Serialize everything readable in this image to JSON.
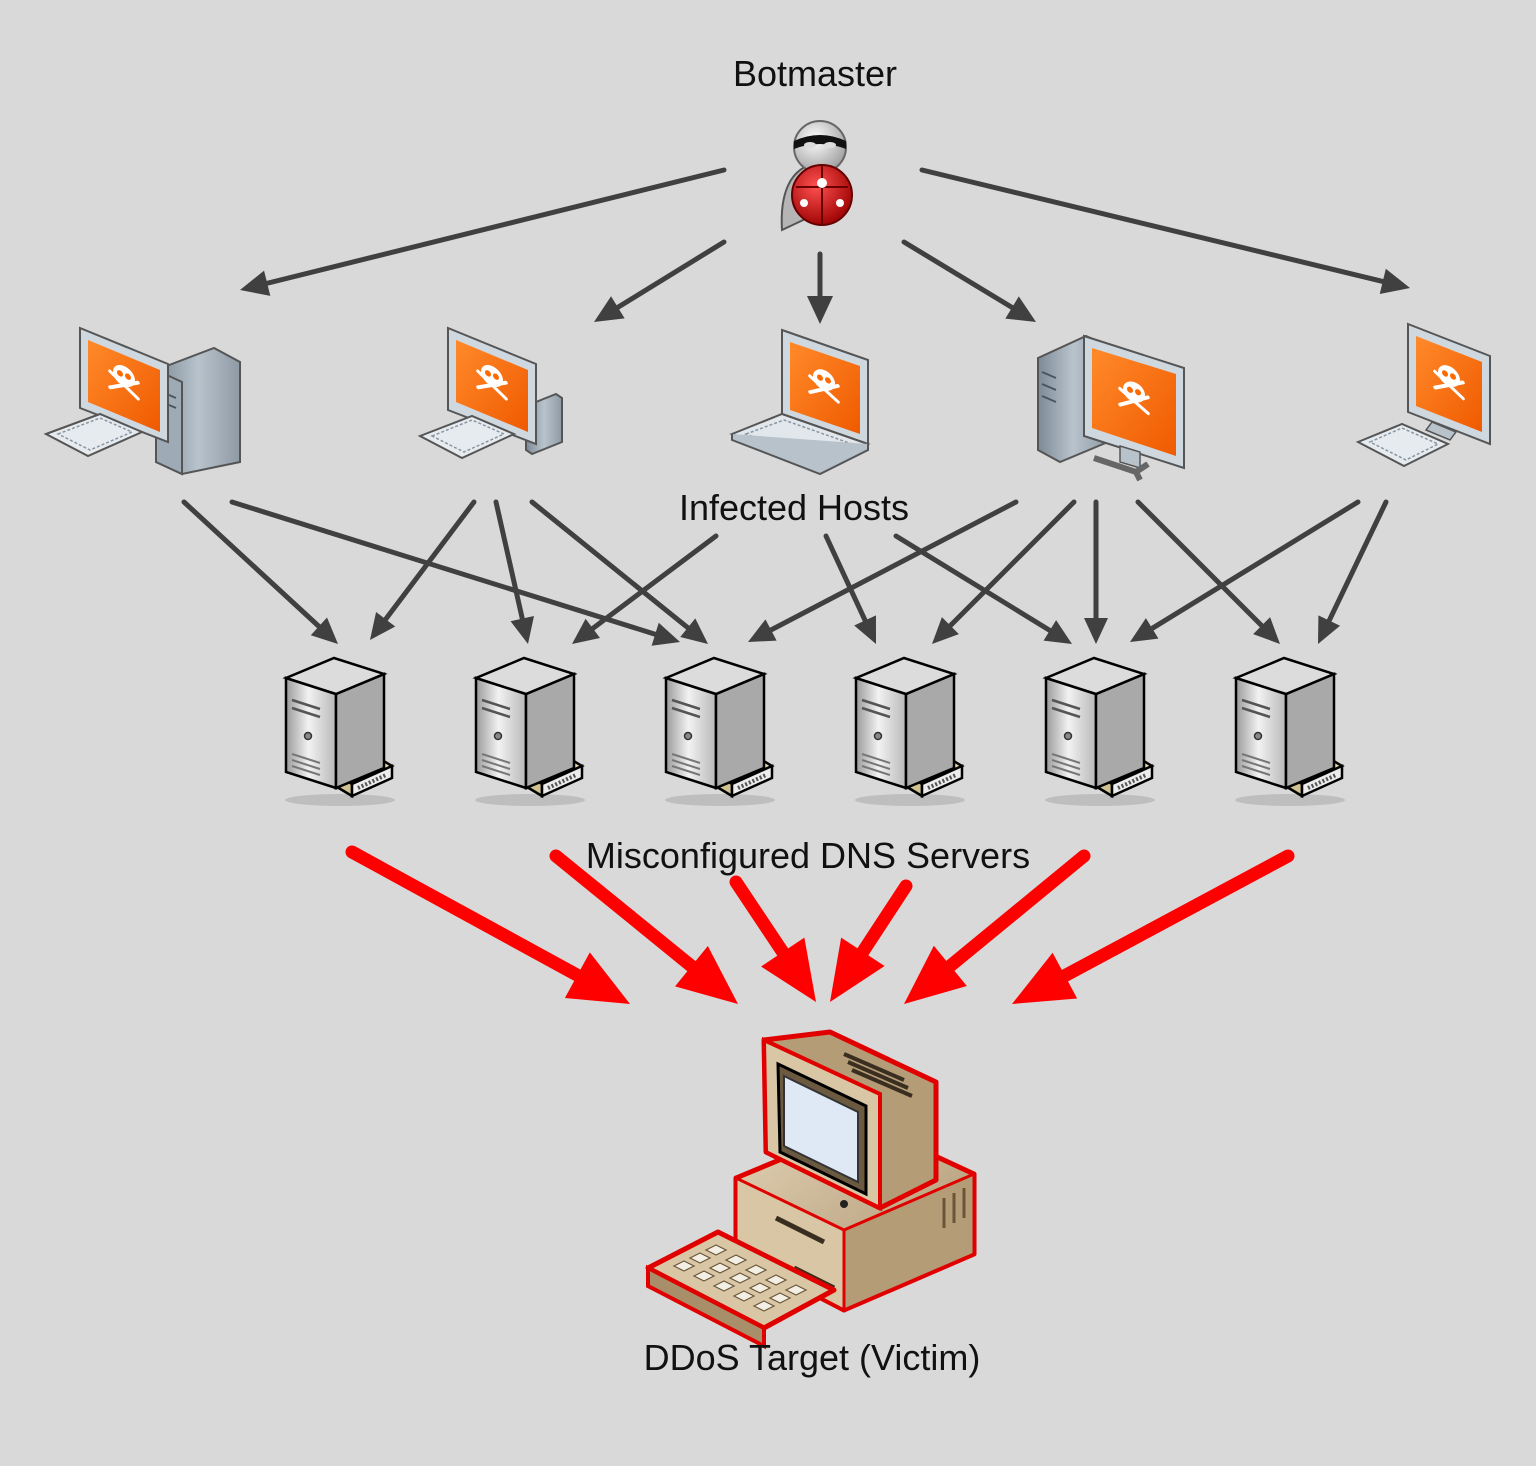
{
  "labels": {
    "botmaster": "Botmaster",
    "infected_hosts": "Infected Hosts",
    "dns_servers": "Misconfigured DNS Servers",
    "target": "DDoS Target (Victim)"
  },
  "colors": {
    "background": "#d9d9d9",
    "command_arrow": "#404040",
    "attack_arrow": "#ff0000",
    "infected_screen": "#ff6a00",
    "victim_outline": "#e00000",
    "victim_body": "#c4ad8a"
  },
  "icons": {
    "botmaster": "masked-hacker-icon",
    "infected_host": "infected-computer-skull-icon",
    "dns_server": "server-tower-icon",
    "target": "desktop-computer-icon"
  }
}
